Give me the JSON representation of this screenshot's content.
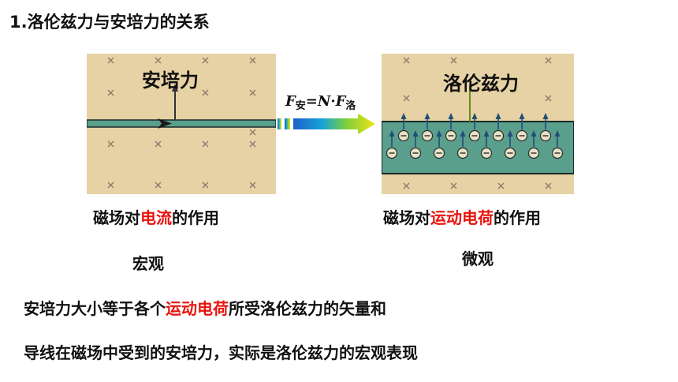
{
  "heading": "1.洛伦兹力与安培力的关系",
  "left_panel": {
    "label": "安培力"
  },
  "right_panel": {
    "label": "洛伦兹力",
    "charge_symbol": "⊖"
  },
  "formula": {
    "f1": "F",
    "sub1": "安",
    "mid": "=N·F",
    "sub2": "洛"
  },
  "captions": {
    "left": {
      "pre": "磁场对",
      "highlight": "电流",
      "post": "的作用"
    },
    "left_sub": "宏观",
    "right": {
      "pre": "磁场对",
      "highlight": "运动电荷",
      "post": "的作用"
    },
    "right_sub": "微观"
  },
  "statements": {
    "s1": {
      "pre": "安培力大小等于各个",
      "highlight": "运动电荷",
      "post": "所受洛伦兹力的矢量和"
    },
    "s2": "导线在磁场中受到的安培力，实际是洛伦兹力的宏观表现"
  },
  "colors": {
    "accent": "#e8140f",
    "panel_bg": "#e6d2a4",
    "wire": "#5a9e8c",
    "cross": "#8c7a6a"
  },
  "icons": {
    "cross": "cross-icon",
    "charge": "negative-charge-icon",
    "arrow": "up-arrow-icon"
  }
}
